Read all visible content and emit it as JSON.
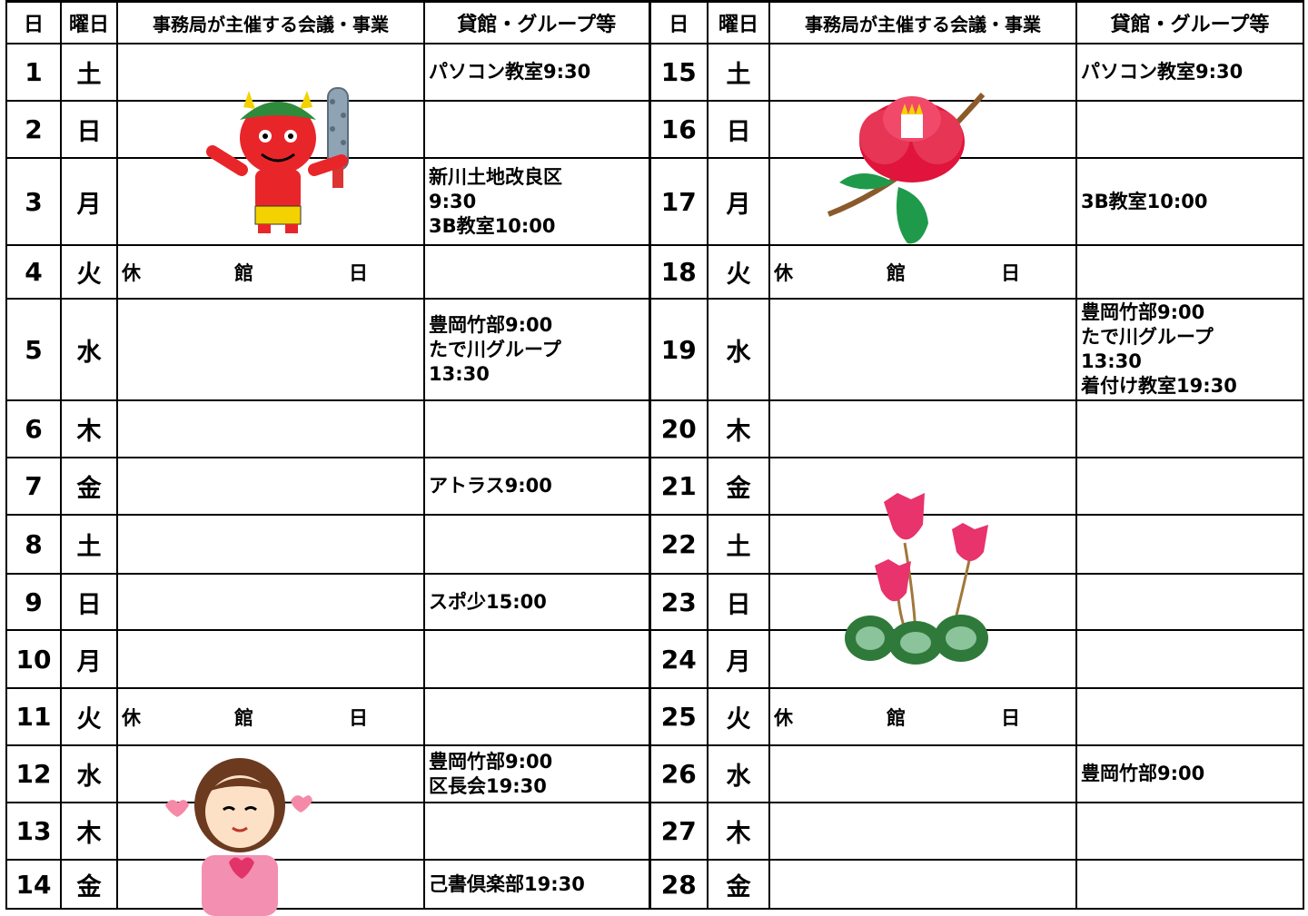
{
  "headers": {
    "day": "日",
    "weekday": "曜日",
    "events": "事務局が主催する会議・事業",
    "rentals": "貸館・グループ等"
  },
  "closed_label": [
    "休",
    "館",
    "日"
  ],
  "rows": [
    {
      "l": {
        "d": "1",
        "w": "土",
        "closed": false,
        "r": "パソコン教室9:30"
      },
      "r": {
        "d": "15",
        "w": "土",
        "closed": false,
        "r": "パソコン教室9:30"
      }
    },
    {
      "l": {
        "d": "2",
        "w": "日",
        "closed": false,
        "r": ""
      },
      "r": {
        "d": "16",
        "w": "日",
        "closed": false,
        "r": ""
      }
    },
    {
      "l": {
        "d": "3",
        "w": "月",
        "closed": false,
        "r": "新川土地改良区\n9:30\n3B教室10:00"
      },
      "r": {
        "d": "17",
        "w": "月",
        "closed": false,
        "r": "3B教室10:00"
      }
    },
    {
      "l": {
        "d": "4",
        "w": "火",
        "closed": true,
        "r": ""
      },
      "r": {
        "d": "18",
        "w": "火",
        "closed": true,
        "r": ""
      }
    },
    {
      "l": {
        "d": "5",
        "w": "水",
        "closed": false,
        "r": "豊岡竹部9:00\nたで川グループ\n13:30"
      },
      "r": {
        "d": "19",
        "w": "水",
        "closed": false,
        "r": "豊岡竹部9:00\nたで川グループ\n13:30\n着付け教室19:30"
      }
    },
    {
      "l": {
        "d": "6",
        "w": "木",
        "closed": false,
        "r": ""
      },
      "r": {
        "d": "20",
        "w": "木",
        "closed": false,
        "r": ""
      }
    },
    {
      "l": {
        "d": "7",
        "w": "金",
        "closed": false,
        "r": "アトラス9:00"
      },
      "r": {
        "d": "21",
        "w": "金",
        "closed": false,
        "r": ""
      }
    },
    {
      "l": {
        "d": "8",
        "w": "土",
        "closed": false,
        "r": ""
      },
      "r": {
        "d": "22",
        "w": "土",
        "closed": false,
        "r": ""
      }
    },
    {
      "l": {
        "d": "9",
        "w": "日",
        "closed": false,
        "r": "スポ少15:00"
      },
      "r": {
        "d": "23",
        "w": "日",
        "closed": false,
        "r": ""
      }
    },
    {
      "l": {
        "d": "10",
        "w": "月",
        "closed": false,
        "r": ""
      },
      "r": {
        "d": "24",
        "w": "月",
        "closed": false,
        "r": ""
      }
    },
    {
      "l": {
        "d": "11",
        "w": "火",
        "closed": true,
        "r": ""
      },
      "r": {
        "d": "25",
        "w": "火",
        "closed": true,
        "r": ""
      }
    },
    {
      "l": {
        "d": "12",
        "w": "水",
        "closed": false,
        "r": "豊岡竹部9:00\n区長会19:30"
      },
      "r": {
        "d": "26",
        "w": "水",
        "closed": false,
        "r": "豊岡竹部9:00"
      }
    },
    {
      "l": {
        "d": "13",
        "w": "木",
        "closed": false,
        "r": ""
      },
      "r": {
        "d": "27",
        "w": "木",
        "closed": false,
        "r": ""
      }
    },
    {
      "l": {
        "d": "14",
        "w": "金",
        "closed": false,
        "r": "己書倶楽部19:30"
      },
      "r": {
        "d": "28",
        "w": "金",
        "closed": false,
        "r": ""
      }
    }
  ],
  "illustrations": [
    "oni-icon",
    "camellia-icon",
    "cyclamen-icon",
    "girl-heart-icon"
  ]
}
